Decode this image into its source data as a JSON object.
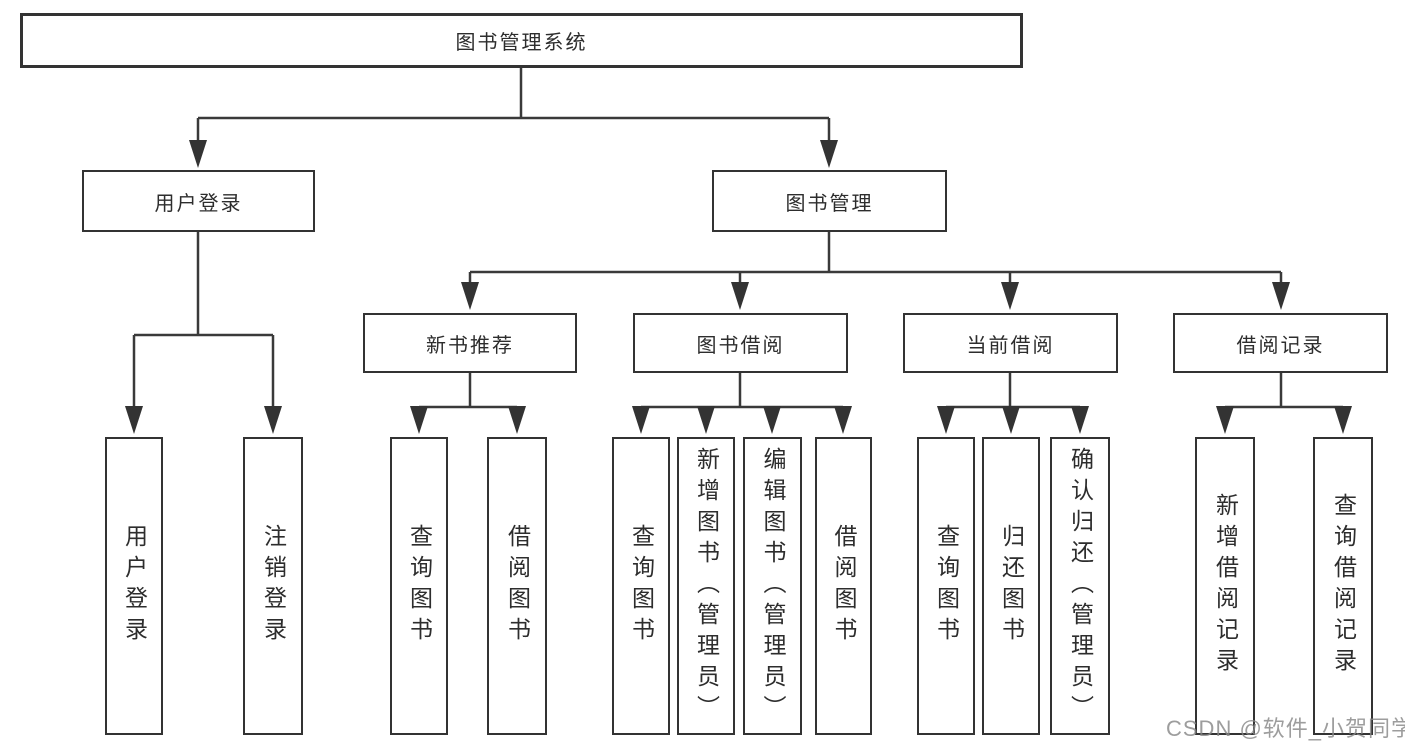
{
  "diagram": {
    "root": {
      "label": "图书管理系统"
    },
    "level2": [
      {
        "label": "用户登录"
      },
      {
        "label": "图书管理"
      }
    ],
    "level3": [
      {
        "label": "新书推荐",
        "parent": "图书管理"
      },
      {
        "label": "图书借阅",
        "parent": "图书管理"
      },
      {
        "label": "当前借阅",
        "parent": "图书管理"
      },
      {
        "label": "借阅记录",
        "parent": "图书管理"
      }
    ],
    "leaves": [
      {
        "label": "用户登录",
        "parent": "用户登录"
      },
      {
        "label": "注销登录",
        "parent": "用户登录"
      },
      {
        "label": "查询图书",
        "parent": "新书推荐"
      },
      {
        "label": "借阅图书",
        "parent": "新书推荐"
      },
      {
        "label": "查询图书",
        "parent": "图书借阅"
      },
      {
        "label": "新增图书（管理员）",
        "parent": "图书借阅"
      },
      {
        "label": "编辑图书（管理员）",
        "parent": "图书借阅"
      },
      {
        "label": "借阅图书",
        "parent": "图书借阅"
      },
      {
        "label": "查询图书",
        "parent": "当前借阅"
      },
      {
        "label": "归还图书",
        "parent": "当前借阅"
      },
      {
        "label": "确认归还（管理员）",
        "parent": "当前借阅"
      },
      {
        "label": "新增借阅记录",
        "parent": "借阅记录"
      },
      {
        "label": "查询借阅记录",
        "parent": "借阅记录"
      }
    ]
  },
  "watermark": {
    "text": "CSDN @软件_小贺同学"
  },
  "colors": {
    "background": "#ffffff",
    "line": "#3a3a3a",
    "box_border": "#333333",
    "text": "#2d2d2d",
    "watermark": "#878787"
  }
}
